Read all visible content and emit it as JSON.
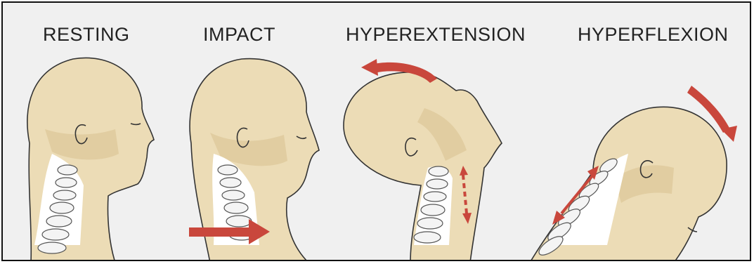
{
  "panels": [
    {
      "label": "RESTING"
    },
    {
      "label": "IMPACT"
    },
    {
      "label": "HYPEREXTENSION"
    },
    {
      "label": "HYPERFLEXION"
    }
  ],
  "colors": {
    "background": "#f0f0f0",
    "skin": "#ecdcb6",
    "arrow": "#c9473c",
    "border": "#111111"
  }
}
